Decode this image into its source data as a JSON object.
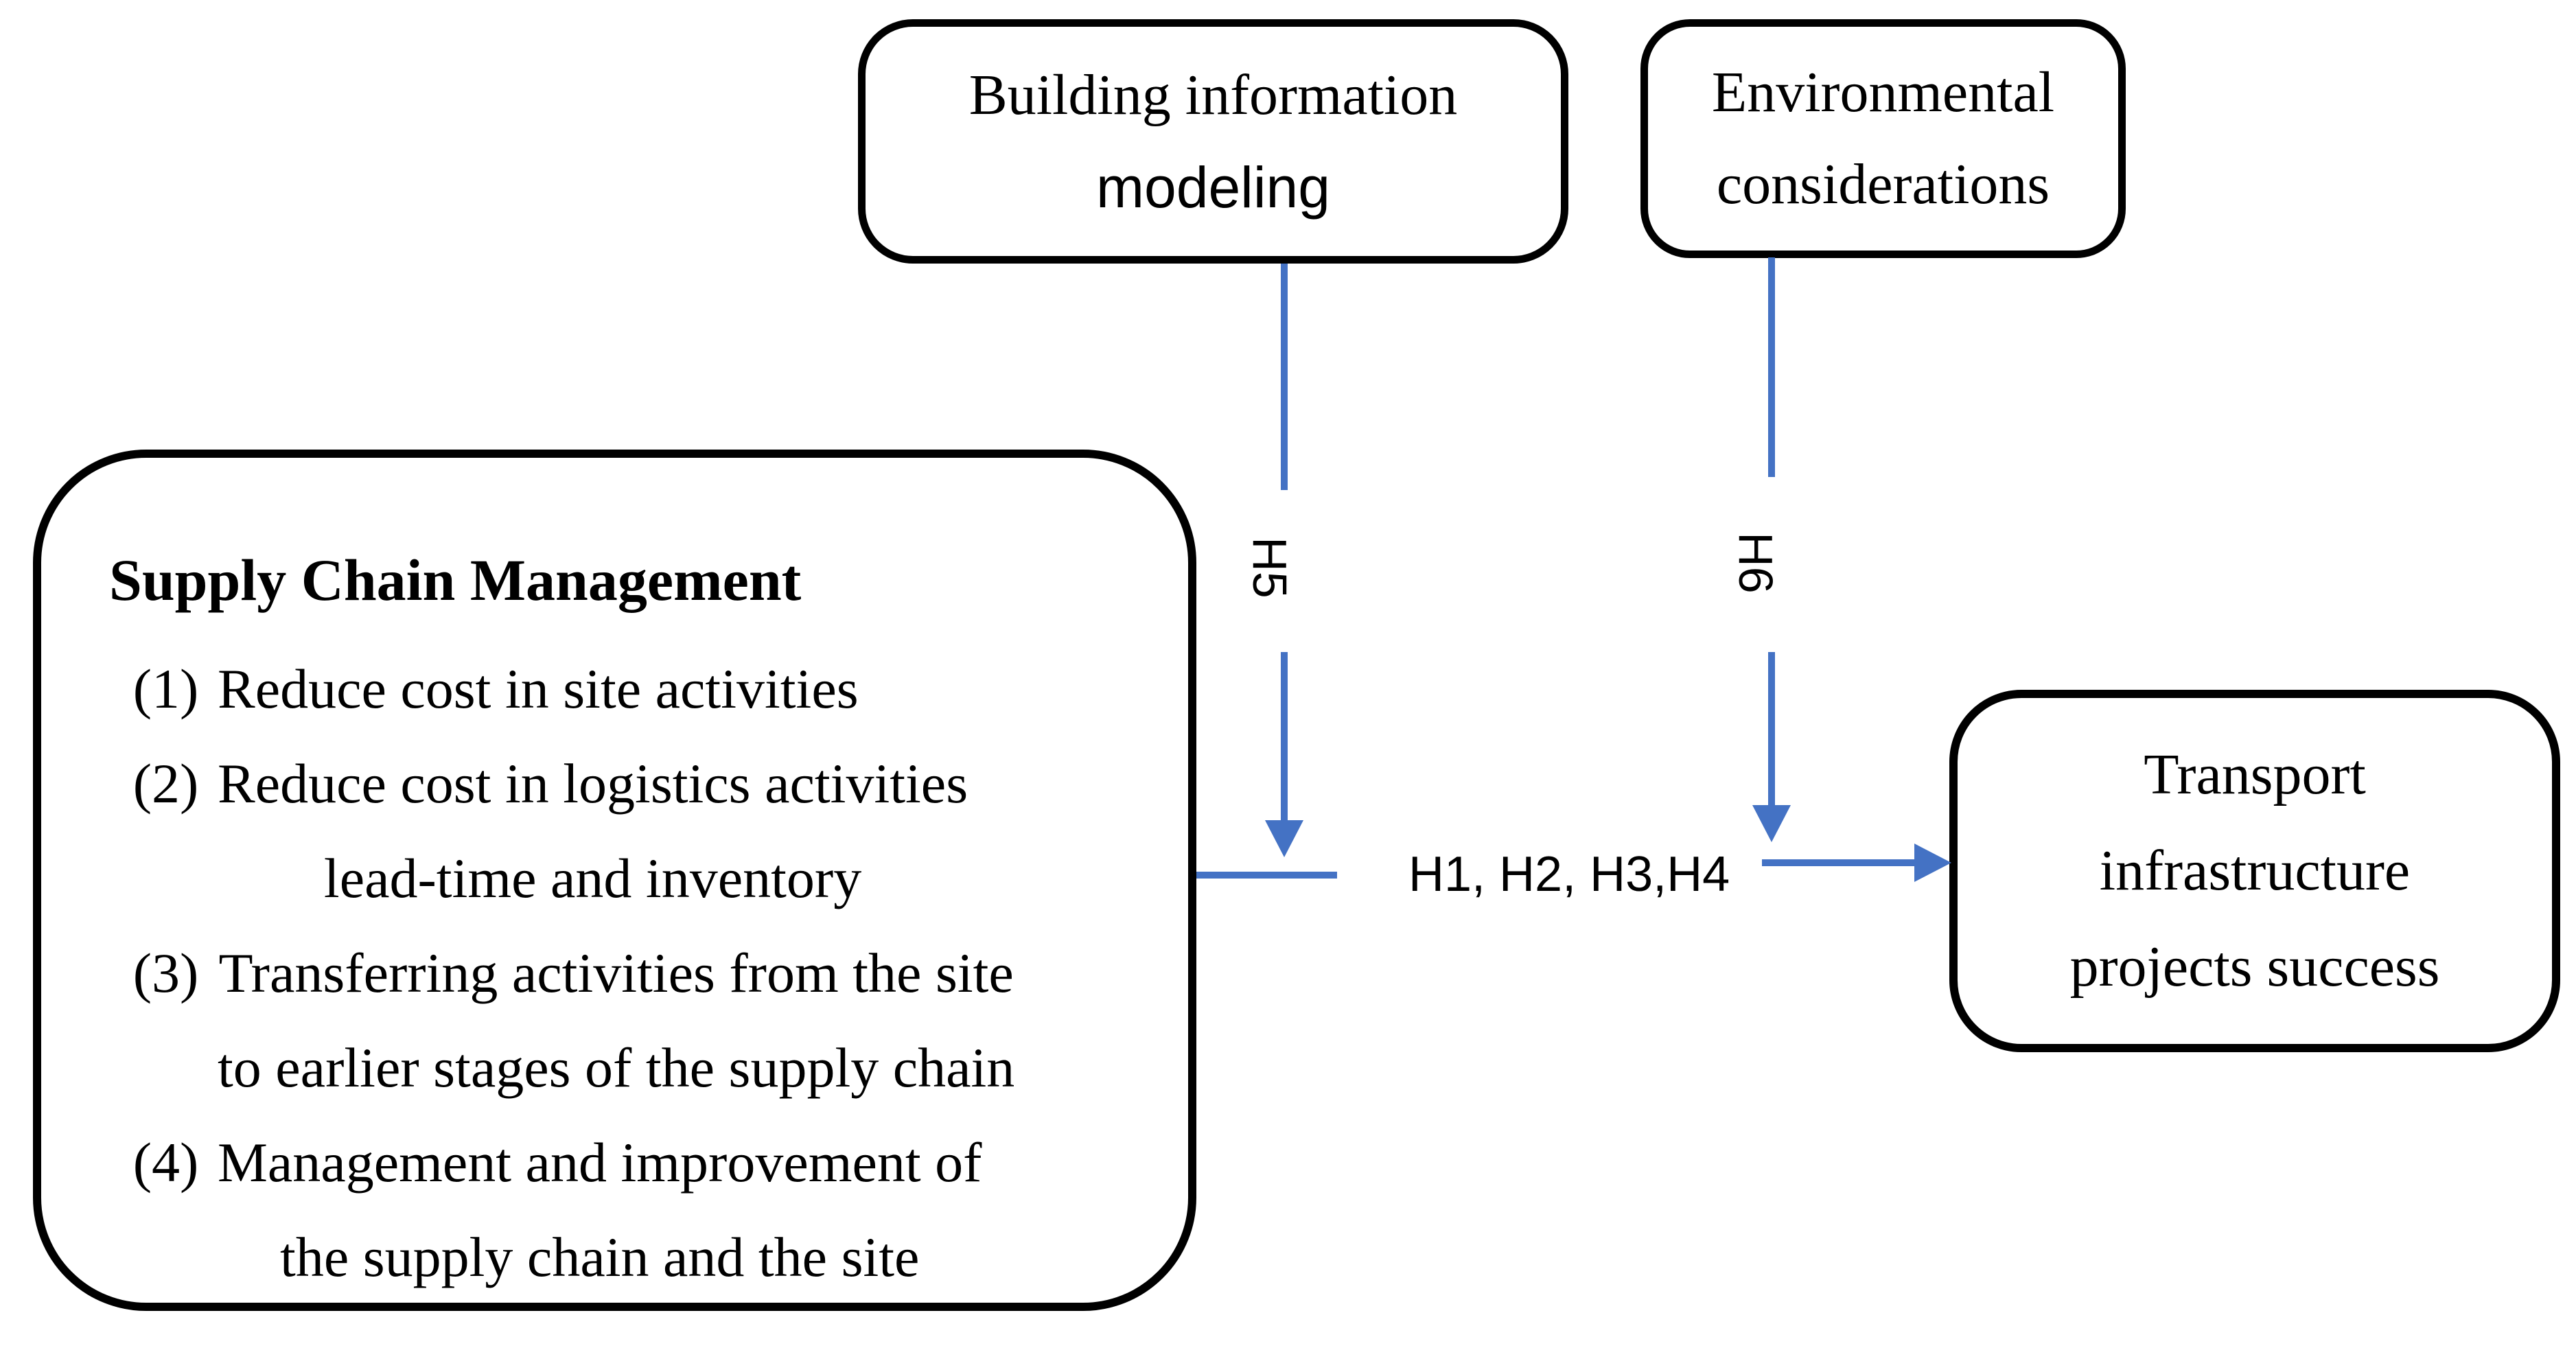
{
  "diagram": {
    "bim_box": {
      "line1": "Building information",
      "line2": "modeling"
    },
    "env_box": {
      "line1": "Environmental",
      "line2": "considerations"
    },
    "supply_box": {
      "title": "Supply Chain Management",
      "items": [
        {
          "num": "(1)",
          "text": "Reduce cost in site activities"
        },
        {
          "num": "(2)",
          "text": "Reduce cost in logistics activities\nlead-time and inventory"
        },
        {
          "num": "(3)",
          "text": "Transferring activities from the site\nto earlier stages of the supply chain"
        },
        {
          "num": "(4)",
          "text": "Management and improvement of\nthe supply chain and the site"
        }
      ]
    },
    "transport_box": {
      "line1": "Transport",
      "line2": "infrastructure",
      "line3": "projects success"
    },
    "labels": {
      "h5": "H5",
      "h6": "H6",
      "hypotheses": "H1, H2, H3,H4"
    },
    "colors": {
      "arrow_blue": "#4472C4",
      "box_border": "#000000",
      "background": "#FFFFFF"
    }
  }
}
